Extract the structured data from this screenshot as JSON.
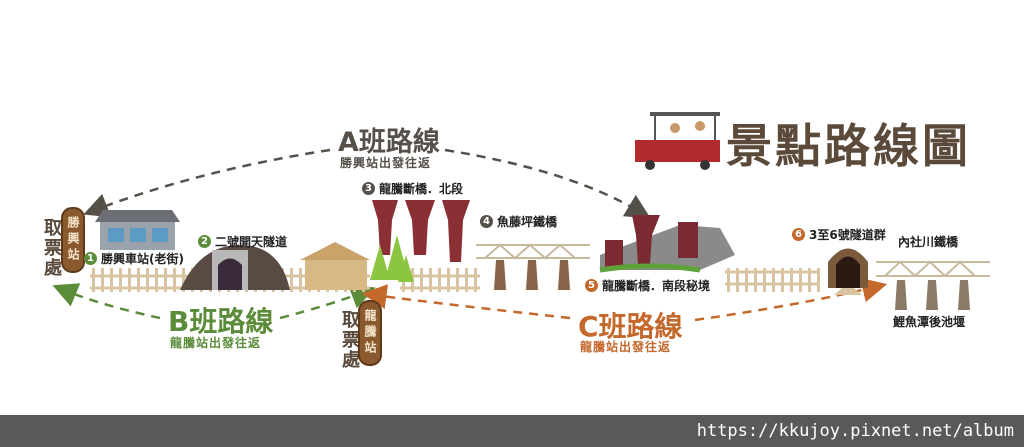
{
  "title": "景點路線圖",
  "routes": {
    "a": {
      "title": "A班路線",
      "subtitle": "勝興站出發往返",
      "color": "#555049"
    },
    "b": {
      "title": "B班路線",
      "subtitle": "龍騰站出發往返",
      "color": "#5b8c3a"
    },
    "c": {
      "title": "C班路線",
      "subtitle": "龍騰站出發往返",
      "color": "#c4682c"
    }
  },
  "stations": [
    {
      "name": "勝興站",
      "ticket_label": "取票處"
    },
    {
      "name": "龍騰站",
      "ticket_label": "取票處"
    }
  ],
  "stops": [
    {
      "num": "1",
      "label": "勝興車站(老街)",
      "color": "#5b8c3a"
    },
    {
      "num": "2",
      "label": "二號開天隧道",
      "color": "#5b8c3a"
    },
    {
      "num": "3",
      "label": "龍騰斷橋．北段",
      "color": "#555049"
    },
    {
      "num": "4",
      "label": "魚藤坪鐵橋",
      "color": "#555049"
    },
    {
      "num": "5",
      "label": "龍騰斷橋．南段秘境",
      "color": "#c4682c"
    },
    {
      "num": "6",
      "label": "3至6號隧道群",
      "color": "#c4682c"
    }
  ],
  "extra_labels": {
    "bridge": "內社川鐵橋",
    "dam": "鯉魚潭後池堰"
  },
  "footer": {
    "url": "https://kkujoy.pixnet.net/album"
  }
}
